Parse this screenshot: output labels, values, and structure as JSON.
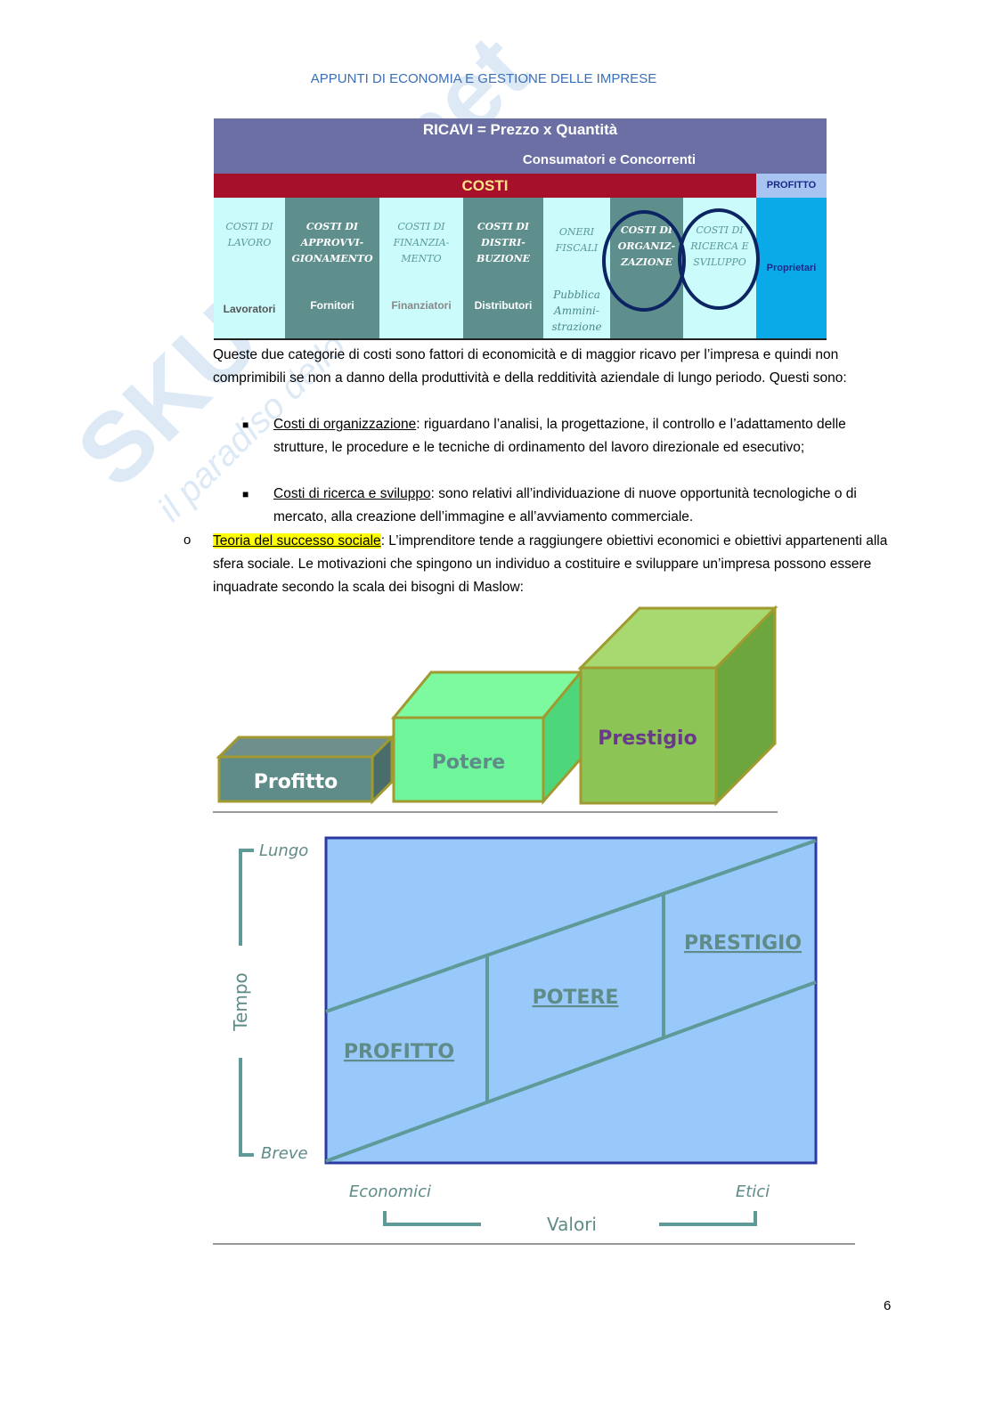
{
  "header": "APPUNTI DI ECONOMIA E GESTIONE DELLE IMPRESE",
  "watermark": {
    "brand": "Skuola.net",
    "tagline": "il paradiso dello studente"
  },
  "cost_table": {
    "title": "RICAVI = Prezzo x Quantità",
    "subtitle": "Consumatori e Concorrenti",
    "costi": "COSTI",
    "profitto": "PROFITTO",
    "columns": [
      {
        "top": "COSTI DI LAVORO",
        "bottom": "Lavoratori",
        "style": "light"
      },
      {
        "top": "COSTI DI APPROVVI- GIONAMENTO",
        "bottom": "Fornitori",
        "style": "dark"
      },
      {
        "top": "COSTI DI FINANZIA- MENTO",
        "bottom": "Finanziatori",
        "style": "light"
      },
      {
        "top": "COSTI DI DISTRI- BUZIONE",
        "bottom": "Distributori",
        "style": "dark"
      },
      {
        "top": "ONERI FISCALI",
        "bottom": "Pubblica Ammini- strazione",
        "style": "light"
      },
      {
        "top": "COSTI DI ORGANIZ- ZAZIONE",
        "bottom": "",
        "style": "dark"
      },
      {
        "top": "COSTI DI RICERCA E SVILUPPO",
        "bottom": "",
        "style": "light"
      }
    ],
    "proprietari": "Proprietari"
  },
  "body": {
    "p1": "Queste due categorie di costi sono fattori di economicità e di maggior ricavo per l’impresa e quindi non comprimibili se non a danno della produttività e della redditività aziendale di lungo periodo. Questi sono:",
    "b1_link": "Costi di organizzazione",
    "b1_text": ": riguardano l’analisi, la progettazione, il controllo e l’adattamento delle strutture, le procedure e le tecniche di ordinamento del lavoro direzionale ed esecutivo;",
    "b2_link": "Costi di ricerca e sviluppo",
    "b2_text": ": sono relativi all’individuazione di nuove opportunità tecnologiche o di mercato, alla creazione dell’immagine e all’avviamento commerciale.",
    "o_bullet": "o",
    "p2_link": "Teoria del successo sociale",
    "p2_text": ": L’imprenditore tende a raggiungere obiettivi economici e obiettivi appartenenti alla sfera sociale. Le motivazioni che spingono un individuo a costituire e sviluppare un’impresa possono essere inquadrate secondo la scala dei bisogni di Maslow:"
  },
  "steps": {
    "profitto": "Profitto",
    "potere": "Potere",
    "prestigio": "Prestigio"
  },
  "matrix": {
    "lungo": "Lungo",
    "breve": "Breve",
    "tempo": "Tempo",
    "economici": "Economici",
    "etici": "Etici",
    "valori": "Valori",
    "profitto": "PROFITTO",
    "potere": "POTERE",
    "prestigio": "PRESTIGIO"
  },
  "page_number": "6"
}
